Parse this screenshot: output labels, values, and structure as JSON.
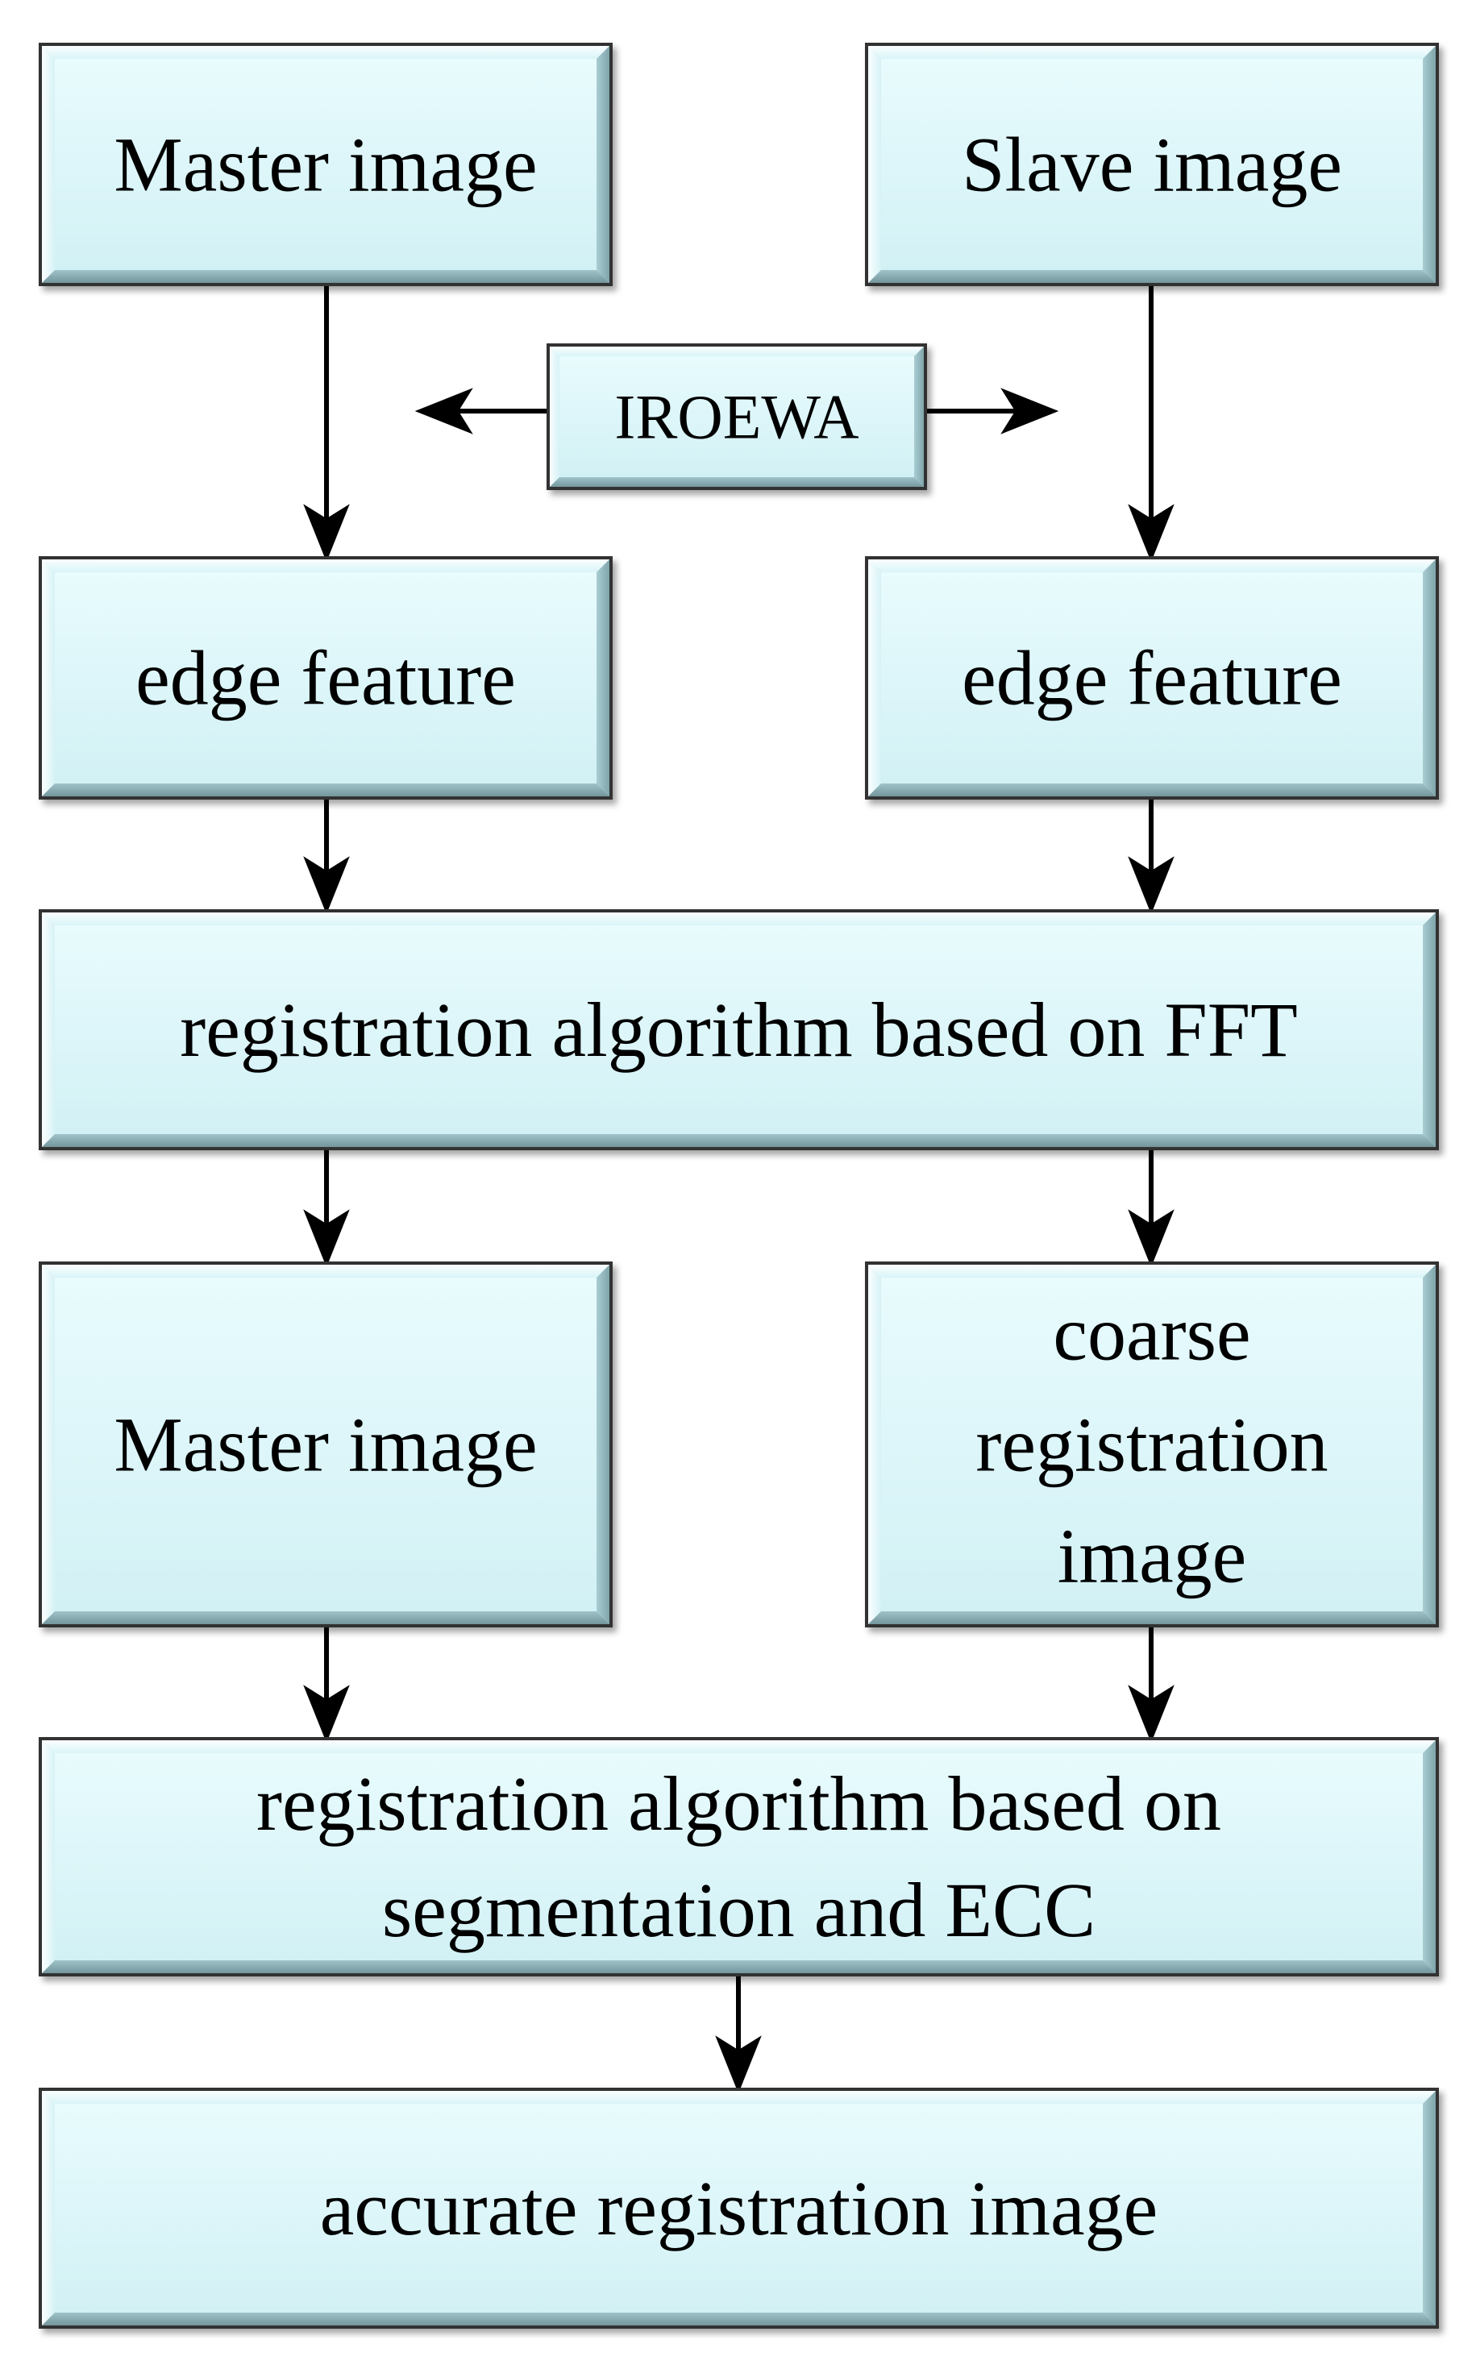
{
  "nodes": {
    "master_image_top": {
      "lines": [
        "Master image"
      ]
    },
    "slave_image": {
      "lines": [
        "Slave image"
      ]
    },
    "iroewa": {
      "lines": [
        "IROEWA"
      ]
    },
    "edge_feature_left": {
      "lines": [
        "edge feature"
      ]
    },
    "edge_feature_right": {
      "lines": [
        "edge feature"
      ]
    },
    "fft_registration": {
      "lines": [
        "registration algorithm based on FFT"
      ]
    },
    "master_image_bottom": {
      "lines": [
        "Master image"
      ]
    },
    "coarse_registration": {
      "lines": [
        "coarse",
        "registration",
        "image"
      ]
    },
    "ecc_registration": {
      "lines": [
        "registration algorithm based on",
        "segmentation and ECC"
      ]
    },
    "accurate_registration": {
      "lines": [
        "accurate registration image"
      ]
    }
  },
  "edges": [
    {
      "from": "master_image_top",
      "to": "edge_feature_left"
    },
    {
      "from": "slave_image",
      "to": "edge_feature_right"
    },
    {
      "from": "iroewa",
      "to": "master_image_top_edge_path"
    },
    {
      "from": "iroewa",
      "to": "slave_image_edge_path"
    },
    {
      "from": "edge_feature_left",
      "to": "fft_registration"
    },
    {
      "from": "edge_feature_right",
      "to": "fft_registration"
    },
    {
      "from": "fft_registration",
      "to": "master_image_bottom"
    },
    {
      "from": "fft_registration",
      "to": "coarse_registration"
    },
    {
      "from": "master_image_bottom",
      "to": "ecc_registration"
    },
    {
      "from": "coarse_registration",
      "to": "ecc_registration"
    },
    {
      "from": "ecc_registration",
      "to": "accurate_registration"
    }
  ],
  "colors": {
    "box_fill_light": "#e6fafc",
    "box_fill_mid": "#cdeef3",
    "box_border": "#333333",
    "arrow": "#000000"
  }
}
